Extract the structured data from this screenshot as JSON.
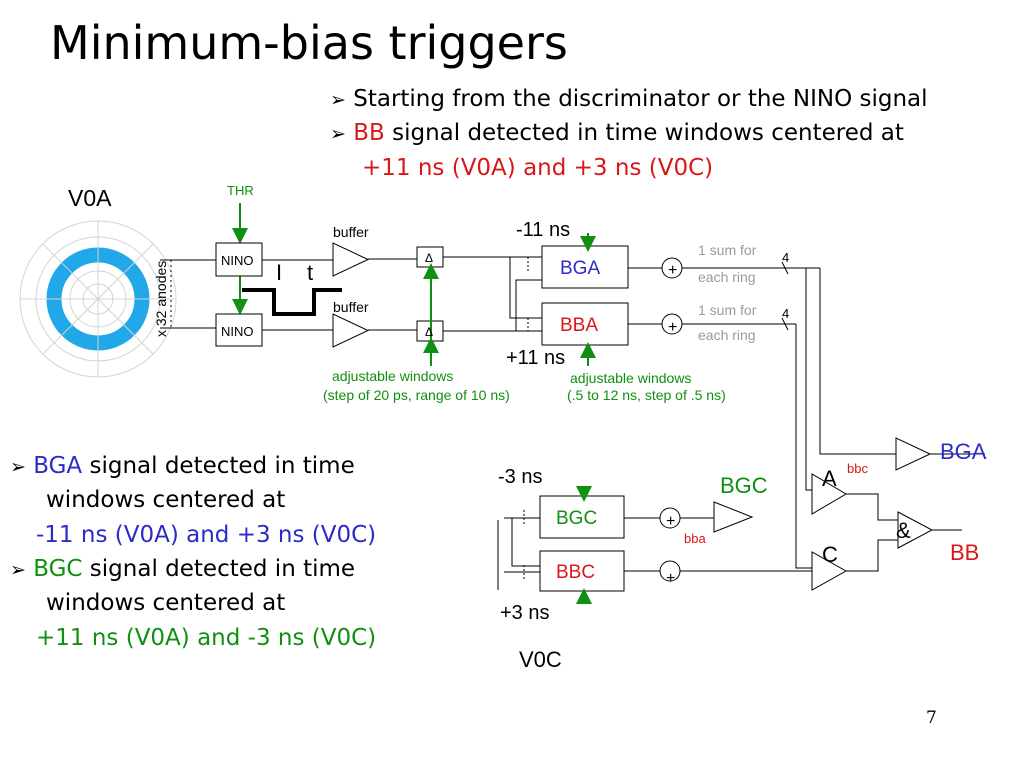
{
  "title": "Minimum-bias triggers",
  "page_number": "7",
  "top_bullets": {
    "b1": "Starting from the discriminator or the NINO signal",
    "b2_keyword": "BB",
    "b2_text": " signal detected in time windows centered at",
    "b2_line2": "+11 ns (V0A) and +3 ns (V0C)"
  },
  "left_bullets": {
    "bga_keyword": "BGA",
    "bga_text": " signal detected in time",
    "bga_line2": "windows centered at",
    "bga_line3": "-11 ns (V0A) and +3 ns (V0C)",
    "bgc_keyword": "BGC",
    "bgc_text": " signal detected in time",
    "bgc_line2": "windows centered at",
    "bgc_line3": "+11 ns (V0A) and -3 ns (V0C)"
  },
  "diagram": {
    "v0a_label": "V0A",
    "v0c_label": "V0C",
    "thr": "THR",
    "anodes": "x 32 anodes",
    "nino": "NINO",
    "buffer": "buffer",
    "delta": "Δ",
    "pulse_i": "I",
    "pulse_t": "t",
    "minus11": "-11 ns",
    "plus11": "+11 ns",
    "minus3": "-3 ns",
    "plus3": "+3 ns",
    "adj_left_1": "adjustable windows",
    "adj_left_2": "(step of 20 ps, range of 10 ns)",
    "adj_right_1": "adjustable windows",
    "adj_right_2": "(.5 to 12 ns, step of .5 ns)",
    "sum_for": "1 sum for",
    "each_ring": "each ring",
    "four": "4",
    "plus": "+",
    "bga": "BGA",
    "bba": "BBA",
    "bgc": "BGC",
    "bbc_box": "BBC",
    "bbc": "bbc",
    "bba_small": "bba",
    "out_bga": "BGA",
    "out_bgc": "BGC",
    "a": "A",
    "c": "C",
    "amp": "&",
    "bb": "BB"
  },
  "colors": {
    "red": "#d81818",
    "blue": "#2b2bc8",
    "green": "#109010",
    "gray": "#9a9a9a",
    "cyan": "#20a8e8"
  }
}
